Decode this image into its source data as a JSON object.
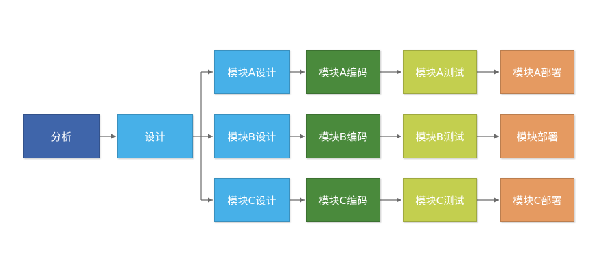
{
  "colors": {
    "analysis": "#3f65aa",
    "design": "#47b0e8",
    "coding": "#4a8a3c",
    "testing": "#c3cf4f",
    "deploy": "#e59a61",
    "connector": "#6b6b6b"
  },
  "nodes": {
    "analysis": "分析",
    "design": "设计",
    "module_a": {
      "design": "模块A设计",
      "coding": "模块A编码",
      "testing": "模块A测试",
      "deploy": "模块A部署"
    },
    "module_b": {
      "design": "模块B设计",
      "coding": "模块B编码",
      "testing": "模块B测试",
      "deploy": "模块部署"
    },
    "module_c": {
      "design": "模块C设计",
      "coding": "模块C编码",
      "testing": "模块C测试",
      "deploy": "模块C部署"
    }
  }
}
